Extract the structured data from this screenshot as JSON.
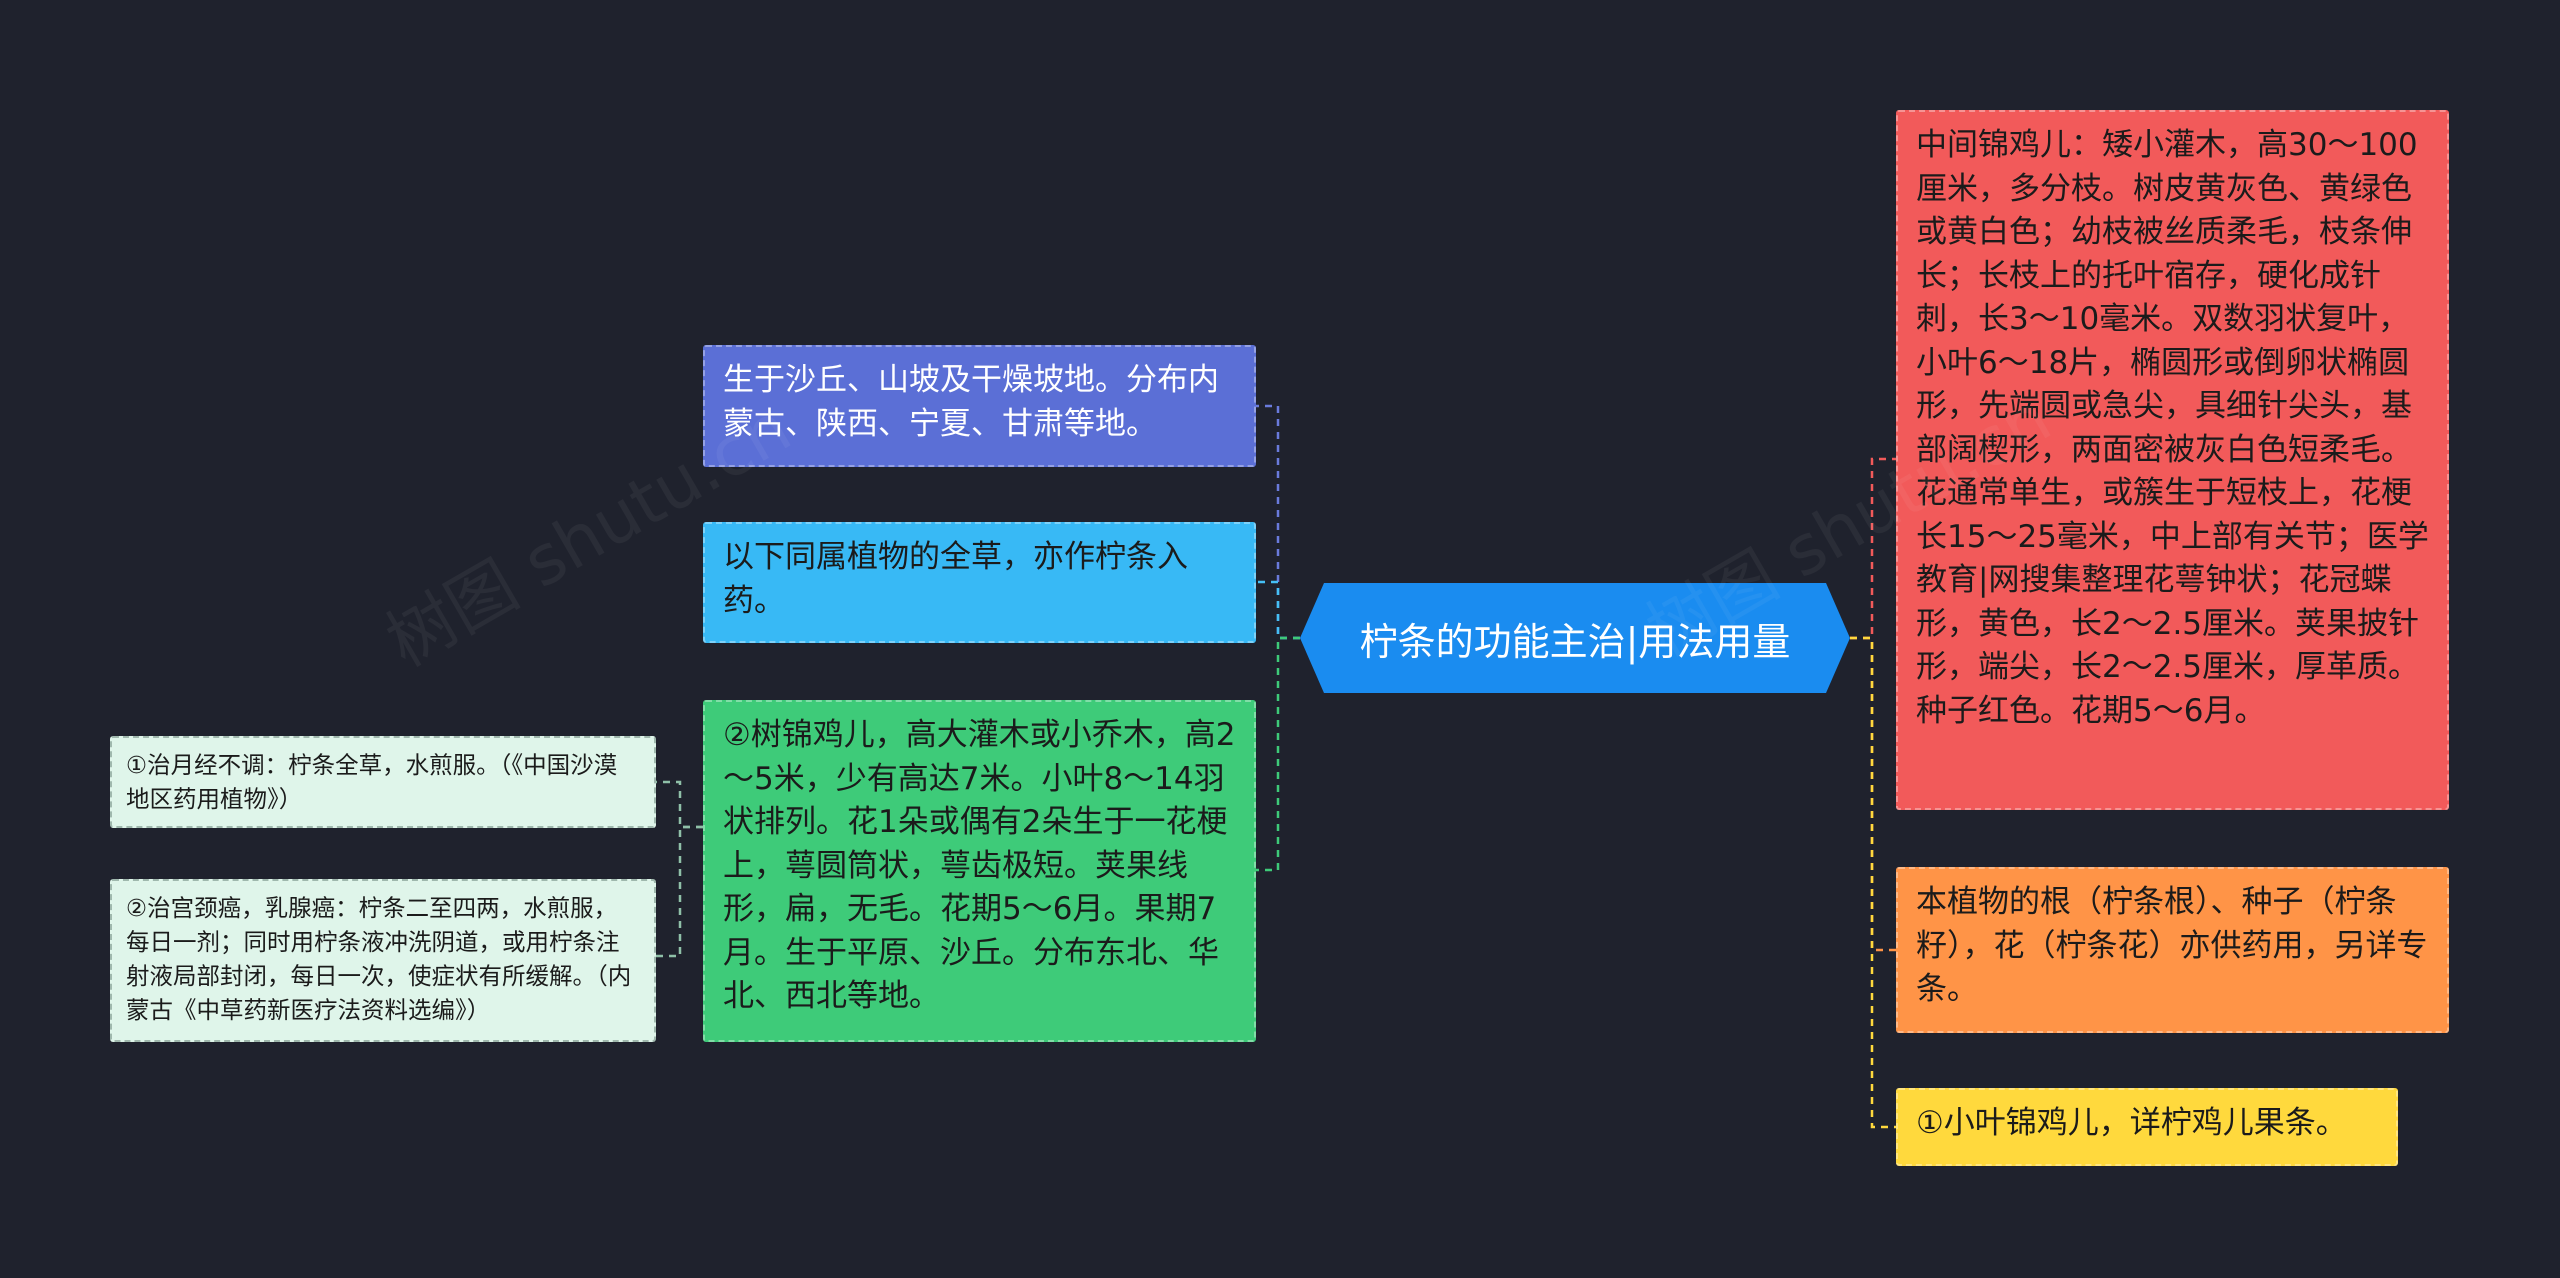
{
  "root": {
    "title": "柠条的功能主治|用法用量"
  },
  "left_nodes": {
    "habitat": {
      "text": "生于沙丘、山坡及干燥坡地。分布内蒙古、陕西、宁夏、甘肃等地。",
      "color": "#5b6fd6"
    },
    "source": {
      "text": "以下同属植物的全草，亦作柠条入药。",
      "color": "#38b9f5"
    },
    "species2": {
      "text": "②树锦鸡儿，高大灌木或小乔木，高2～5米，少有高达7米。小叶8～14羽状排列。花1朵或偶有2朵生于一花梗上，萼圆筒状，萼齿极短。荚果线形，扁，无毛。花期5～6月。果期7月。生于平原、沙丘。分布东北、华北、西北等地。",
      "color": "#3ecb79"
    }
  },
  "far_left_nodes": {
    "remedy1": {
      "text": "①治月经不调：柠条全草，水煎服。（《中国沙漠地区药用植物》）",
      "color": "#dff5ea"
    },
    "remedy2": {
      "text": "②治宫颈癌，乳腺癌：柠条二至四两，水煎服，每日一剂；同时用柠条液冲洗阴道，或用柠条注射液局部封闭，每日一次，使症状有所缓解。（内蒙古《中草药新医疗法资料选编》）",
      "color": "#dff5ea"
    }
  },
  "right_nodes": {
    "species_mid": {
      "text": "中间锦鸡儿：矮小灌木，高30～100厘米，多分枝。树皮黄灰色、黄绿色或黄白色；幼枝被丝质柔毛，枝条伸长；长枝上的托叶宿存，硬化成针刺，长3～10毫米。双数羽状复叶，小叶6～18片，椭圆形或倒卵状椭圆形，先端圆或急尖，具细针尖头，基部阔楔形，两面密被灰白色短柔毛。花通常单生，或簇生于短枝上，花梗长15～25毫米，中上部有关节；医学教育|网搜集整理花萼钟状；花冠蝶形，黄色，长2～2.5厘米。荚果披针形，端尖，长2～2.5厘米，厚革质。种子红色。花期5～6月。",
      "color": "#f25a5a"
    },
    "other_parts": {
      "text": "本植物的根（柠条根）、种子（柠条籽），花（柠条花）亦供药用，另详专条。",
      "color": "#ff9447"
    },
    "species_small": {
      "text": "①小叶锦鸡儿，详柠鸡儿果条。",
      "color": "#ffd93d"
    }
  },
  "watermarks": [
    "树图 shutu.cn",
    "树图 shutu.cn"
  ]
}
